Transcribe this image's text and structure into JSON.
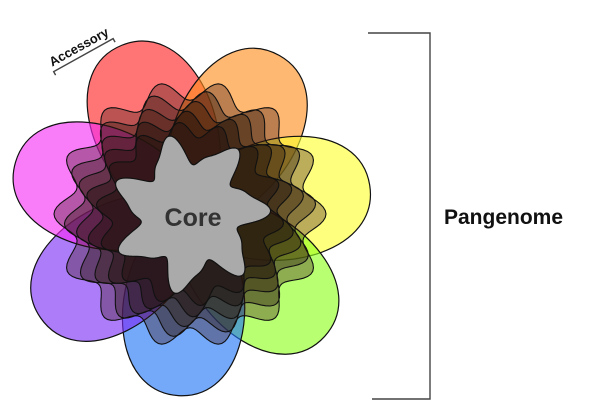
{
  "labels": {
    "core": "Core",
    "accessory": "Accessory",
    "pangenome": "Pangenome"
  },
  "petals": [
    {
      "name": "red",
      "color": "#ff2020"
    },
    {
      "name": "orange",
      "color": "#ff8c1a"
    },
    {
      "name": "yellow",
      "color": "#ffff2e"
    },
    {
      "name": "lime",
      "color": "#8cff1a"
    },
    {
      "name": "blue",
      "color": "#1f72f5"
    },
    {
      "name": "violet",
      "color": "#7a2cf5"
    },
    {
      "name": "magenta",
      "color": "#f52cf5"
    }
  ],
  "colors": {
    "core_fill": "#aaaaaa",
    "outline": "#111111",
    "bracket": "#444444"
  }
}
